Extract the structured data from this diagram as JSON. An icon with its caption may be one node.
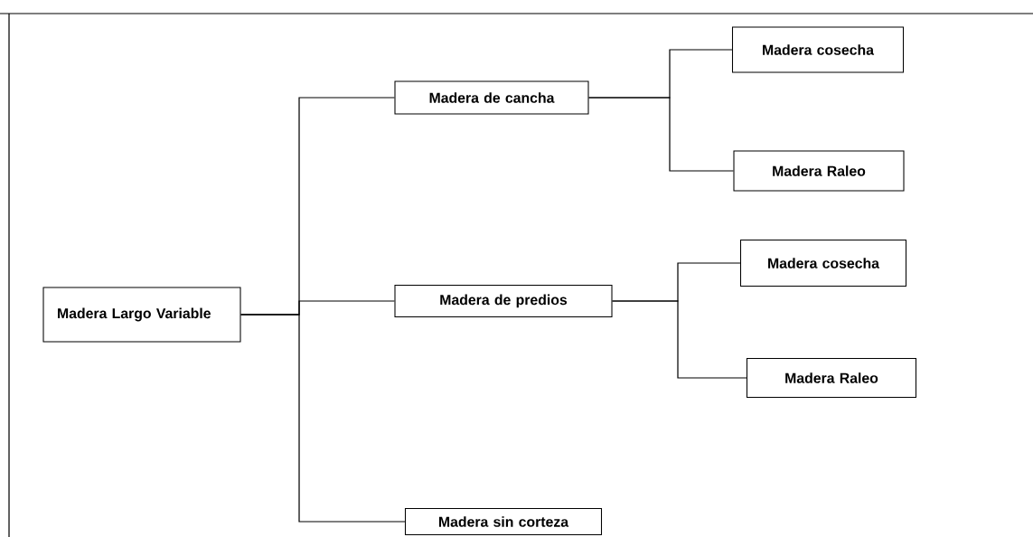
{
  "diagram": {
    "nodes": [
      {
        "text": [
          "Madera Largo Variable"
        ]
      },
      {
        "text": [
          "Madera de cancha"
        ]
      },
      {
        "text": [
          "Madera cosecha"
        ]
      },
      {
        "text": [
          "Madera Raleo"
        ]
      },
      {
        "text": [
          "Madera de predios"
        ]
      },
      {
        "text": [
          "Madera cosecha"
        ]
      },
      {
        "text": [
          "Madera Raleo"
        ]
      },
      {
        "text": [
          "Madera sin corteza"
        ]
      }
    ],
    "edges": [
      {
        "from": 0,
        "to": 1,
        "arrow": "none"
      },
      {
        "from": 0,
        "to": 4,
        "arrow": "none"
      },
      {
        "from": 0,
        "to": 7,
        "arrow": "none"
      },
      {
        "from": 1,
        "to": 2,
        "arrow": "none"
      },
      {
        "from": 1,
        "to": 3,
        "arrow": "none"
      },
      {
        "from": 4,
        "to": 5,
        "arrow": "none"
      },
      {
        "from": 4,
        "to": 6,
        "arrow": "none"
      }
    ]
  }
}
